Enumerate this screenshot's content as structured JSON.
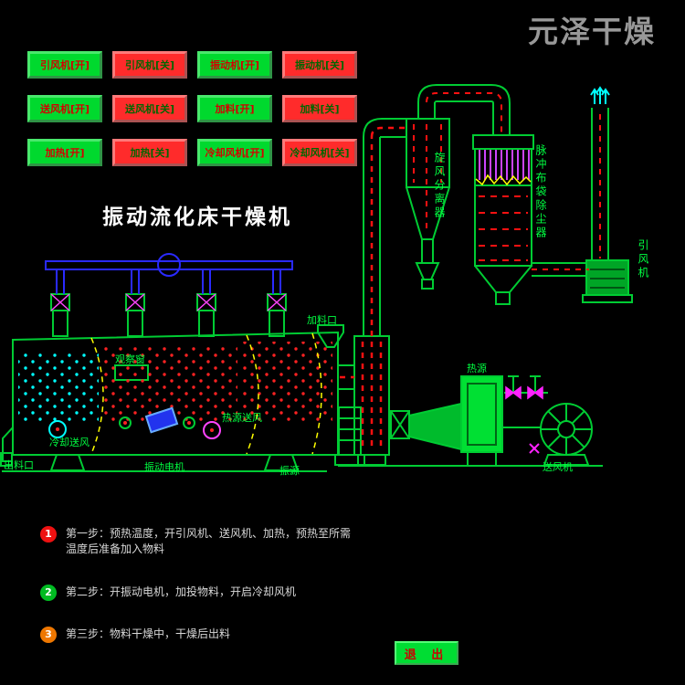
{
  "watermark": "元泽干燥",
  "title": "振动流化床干燥机",
  "control": {
    "buttons": [
      {
        "label": "引风机[开]",
        "state": "on"
      },
      {
        "label": "引风机[关]",
        "state": "off"
      },
      {
        "label": "振动机[开]",
        "state": "on"
      },
      {
        "label": "振动机[关]",
        "state": "off"
      },
      {
        "label": "送风机[开]",
        "state": "on"
      },
      {
        "label": "送风机[关]",
        "state": "off"
      },
      {
        "label": "加料[开]",
        "state": "on"
      },
      {
        "label": "加料[关]",
        "state": "off"
      },
      {
        "label": "加热[开]",
        "state": "on"
      },
      {
        "label": "加热[关]",
        "state": "off"
      },
      {
        "label": "冷却风机[开]",
        "state": "on"
      },
      {
        "label": "冷却风机[关]",
        "state": "off"
      }
    ]
  },
  "diagram": {
    "labels": {
      "feed_inlet": "加料口",
      "observation_window": "观察窗",
      "hot_air_supply": "热源送风",
      "cooling_air_supply": "冷却送风",
      "discharge_outlet": "出料口",
      "vibration_motor": "振动电机",
      "vibration_source": "振源",
      "heat_source": "热源",
      "supply_fan": "送风机",
      "cyclone_separator": "旋风分离器",
      "pulse_bag_filter": "脉冲布袋除尘器",
      "induced_draft_fan": "引风机"
    }
  },
  "steps": [
    {
      "number": "1",
      "color": "#ee1111",
      "line1": "第一步：预热温度，开引风机、送风机、加热，预热至所需",
      "line2": "温度后准备加入物料"
    },
    {
      "number": "2",
      "color": "#00bb22",
      "line1": "第二步：开振动电机，加投物料，开启冷却风机",
      "line2": ""
    },
    {
      "number": "3",
      "color": "#ee7700",
      "line1": "第三步：物料干燥中，干燥后出料",
      "line2": ""
    }
  ],
  "exit": {
    "label": "退 出"
  },
  "colors": {
    "on_button": "#00d92e",
    "off_button": "#ff2b2b",
    "diagram_line": "#00cc33",
    "label_text": "#00ff41",
    "flow_dash": "#ff1111",
    "pipe_blue": "#2a2aff"
  }
}
